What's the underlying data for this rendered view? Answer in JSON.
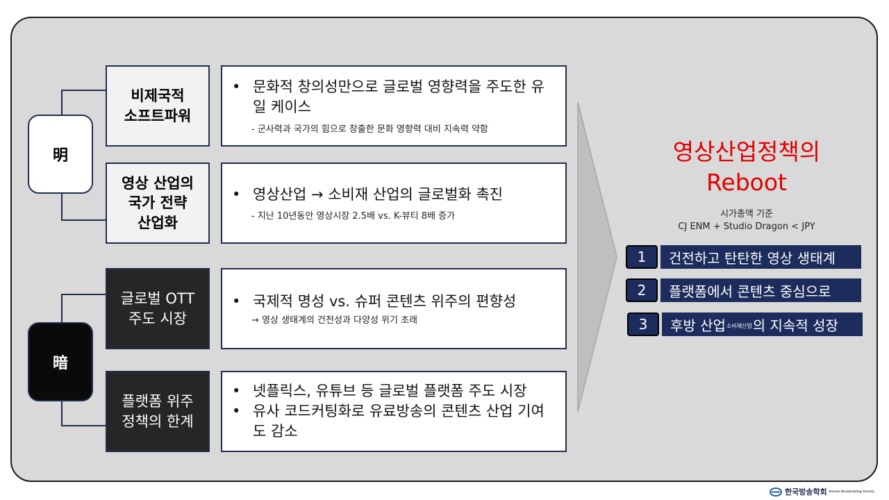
{
  "bright": {
    "tag": "明",
    "rows": [
      {
        "category": "비제국적\n소프트파워",
        "bullets": [
          "문화적 창의성만으로 글로벌 영향력을 주도한 유일 케이스"
        ],
        "note": "- 군사력과 국가의 힘으로 창출한 문화 영향력 대비 지속력 약함"
      },
      {
        "category": "영상 산업의\n국가 전략\n산업화",
        "bullets": [
          "영상산업 → 소비재 산업의 글로벌화 촉진"
        ],
        "note": "- 지난 10년동안 영상시장 2.5배 vs. K-뷰티 8배 증가"
      }
    ]
  },
  "dark": {
    "tag": "暗",
    "rows": [
      {
        "category": "글로벌 OTT\n주도 시장",
        "bullets": [
          "국제적 명성 vs. 슈퍼 콘텐츠 위주의 편향성"
        ],
        "note": "→ 영상 생태계의 건전성과 다양성 위기 초래"
      },
      {
        "category": "플랫폼 위주\n정책의 한계",
        "bullets": [
          "넷플릭스, 유튜브 등 글로벌 플랫폼 주도 시장",
          "유사 코드커팅화로 유료방송의 콘텐츠 산업 기여도 감소"
        ],
        "note": ""
      }
    ]
  },
  "bullet_symbol": "•",
  "conclusion": {
    "title": "영상산업정책의\nReboot",
    "basis_line1": "시가총액 기준",
    "basis_line2": "CJ ENM + Studio Dragon < JPY",
    "items": [
      {
        "num": "1",
        "label": "건전하고 탄탄한 영상 생태계"
      },
      {
        "num": "2",
        "label": "플랫폼에서 콘텐츠 중심으로"
      },
      {
        "num": "3",
        "label_pre": "후방 산업",
        "label_sup": "소비재산업",
        "label_post": "의 지속적 성장"
      }
    ]
  },
  "footer": {
    "logo_text": "한국방송학회",
    "logo_sub": "Korean Broadcasting Society",
    "logo_icon": "society-logo-icon"
  },
  "colors": {
    "navy": "#1c2c5c",
    "red": "#e00000",
    "frame": "#d9d9d9"
  }
}
